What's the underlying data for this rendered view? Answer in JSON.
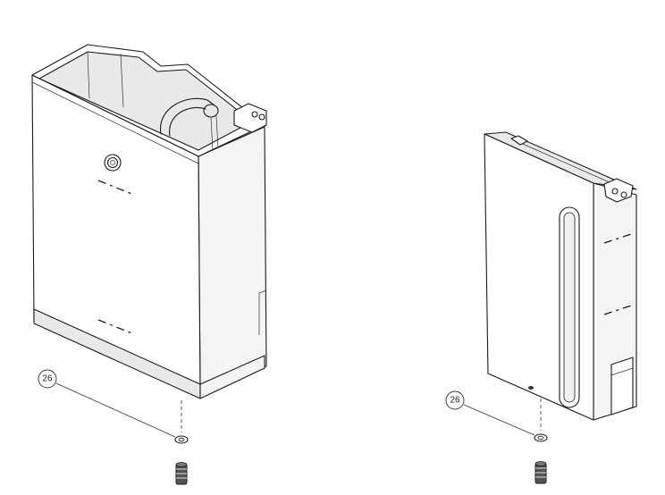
{
  "callouts": [
    {
      "id": "callout-left",
      "label": "26"
    },
    {
      "id": "callout-right",
      "label": "26"
    }
  ],
  "colors": {
    "line": "#1a1a1a",
    "background": "#ffffff",
    "shade": "#e9e9e9"
  }
}
